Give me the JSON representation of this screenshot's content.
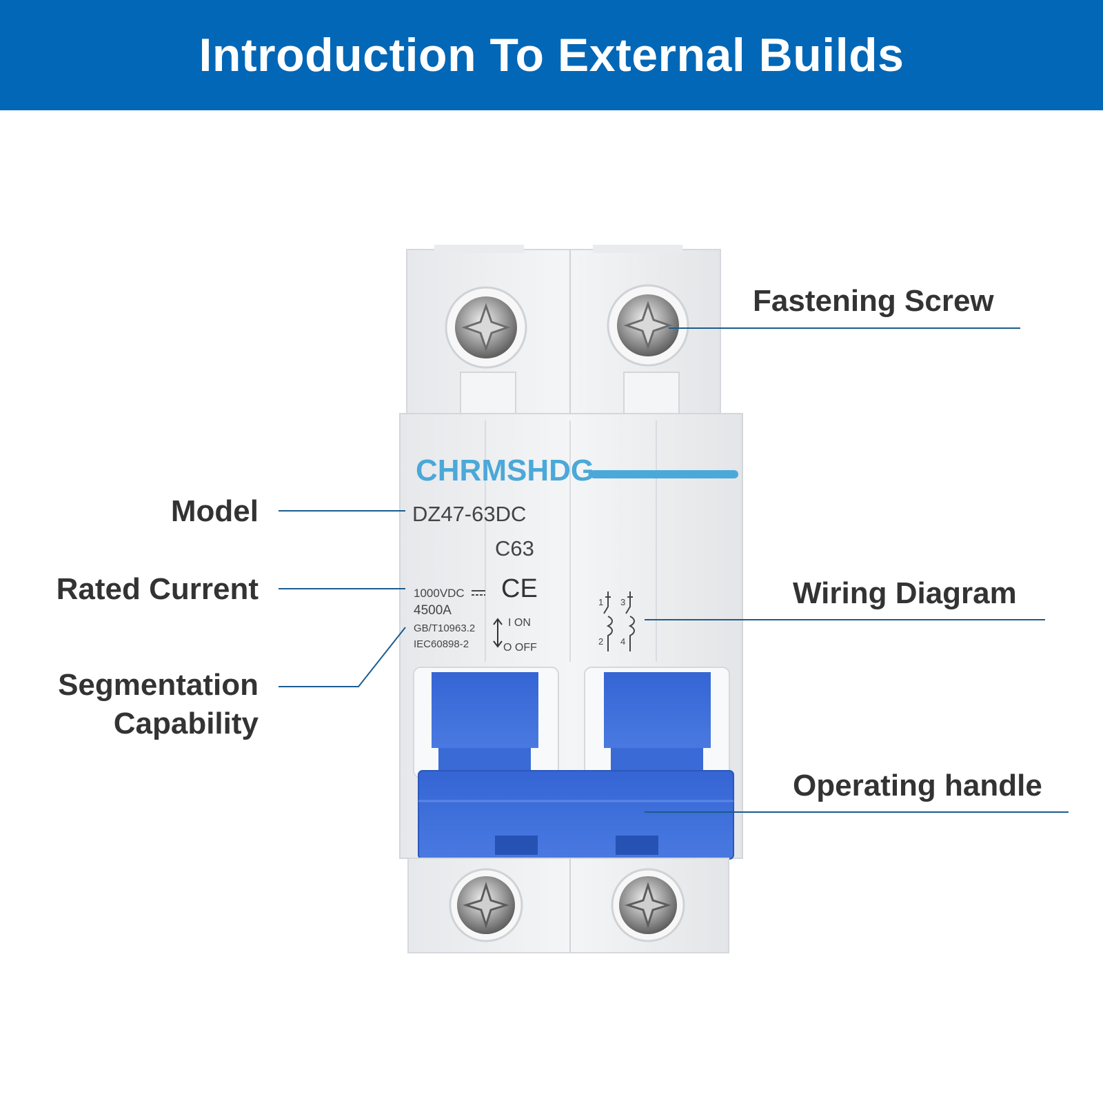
{
  "header": {
    "title": "Introduction To External Builds"
  },
  "labels": {
    "fastening_screw": "Fastening Screw",
    "model": "Model",
    "rated_current": "Rated Current",
    "segmentation_line1": "Segmentation",
    "segmentation_line2": "Capability",
    "wiring_diagram": "Wiring Diagram",
    "operating_handle": "Operating handle"
  },
  "device": {
    "brand": "CHRMSHDG",
    "model": "DZ47-63DC",
    "curve": "C63",
    "ce_mark": "CE",
    "voltage": "1000VDC",
    "breaking_capacity": "4500A",
    "standard_1": "GB/T10963.2",
    "standard_2": "IEC60898-2",
    "on_label": "I ON",
    "off_label": "O OFF",
    "terminal_1": "1",
    "terminal_2": "2",
    "terminal_3": "3",
    "terminal_4": "4"
  },
  "colors": {
    "banner": "#0267B6",
    "handle_blue": "#3E6FD8",
    "brand_text": "#4BA8D8",
    "leader_line": "#1A5C8E",
    "label_text": "#333333",
    "housing": "#EEF0F2"
  }
}
